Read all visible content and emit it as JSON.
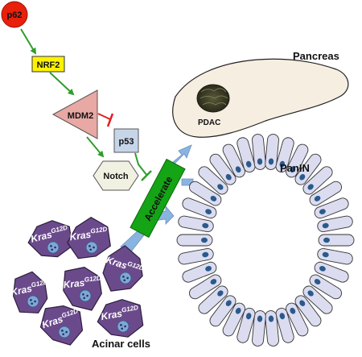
{
  "nodes": {
    "p62": "p62",
    "nrf2": "NRF2",
    "mdm2": "MDM2",
    "p53": "p53",
    "notch": "Notch",
    "accelerate": "Accelerate"
  },
  "labels": {
    "pancreas": "Pancreas",
    "pdac": "PDAC",
    "panin": "PanIN",
    "acinar": "Acinar cells"
  },
  "acinar_cells": [
    {
      "gene": "Kras",
      "allele": "G12D"
    },
    {
      "gene": "Kras",
      "allele": "G12D"
    },
    {
      "gene": "Kras",
      "allele": "G12D"
    },
    {
      "gene": "Kras",
      "allele": "G12D"
    },
    {
      "gene": "Kras",
      "allele": "G12D"
    },
    {
      "gene": "Kras",
      "allele": "G12D"
    },
    {
      "gene": "Kras",
      "allele": "G12D"
    }
  ],
  "colors": {
    "p62": "#e8200c",
    "nrf2": "#fff200",
    "mdm2": "#e8a8a4",
    "p53": "#c7d5e9",
    "notch": "#f1f1e2",
    "accelerate": "#14a416",
    "activation_arrow": "#2f9e2a",
    "inhibition": "#e02020",
    "pancreas": "#f6eee1",
    "acinar_cell": "#6b4a8c",
    "panin_cell": "#dcdcf0",
    "panin_nucleus": "#2a5a8c",
    "blue_arrow": "#8ab4e0"
  }
}
